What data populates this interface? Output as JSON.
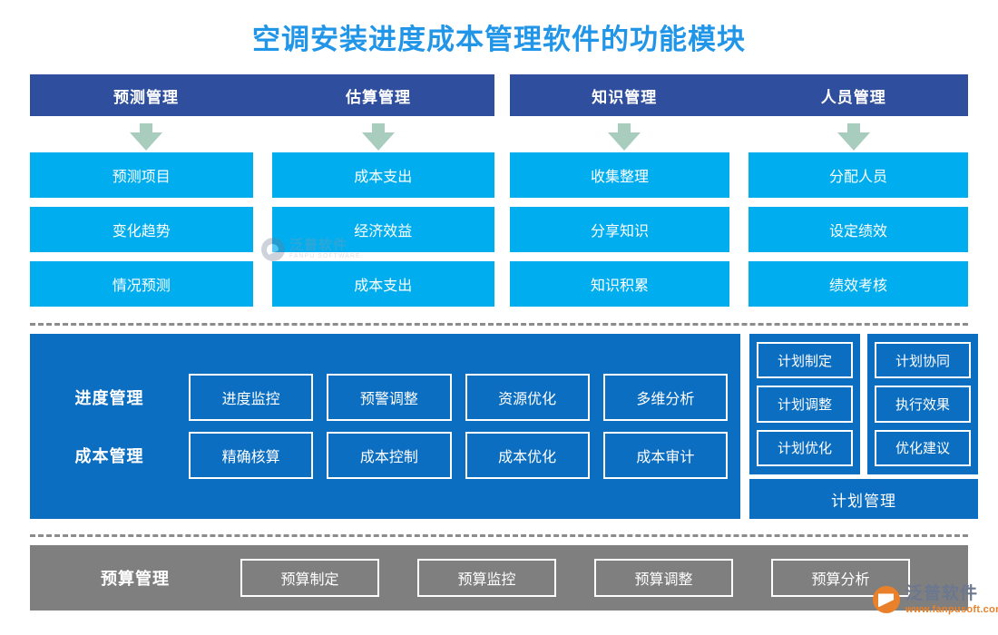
{
  "title": "空调安装进度成本管理软件的功能模块",
  "colors": {
    "title_text": "#2196e8",
    "header_bar": "#2f4f9e",
    "cyan_box": "#00aeef",
    "arrow": "#a8ccbe",
    "panel_blue": "#0b6ec1",
    "budget_gray": "#7f7f7f",
    "dashed_line": "#8c8c8c",
    "logo_orange": "#e8812a"
  },
  "top_section": {
    "left_group": {
      "headers": [
        {
          "label": "预测管理"
        },
        {
          "label": "估算管理"
        }
      ],
      "arrows": [
        "arrow-down-icon",
        "arrow-down-icon"
      ],
      "columns": [
        {
          "items": [
            "预测项目",
            "变化趋势",
            "情况预测"
          ]
        },
        {
          "items": [
            "成本支出",
            "经济效益",
            "成本支出"
          ]
        }
      ]
    },
    "right_group": {
      "headers": [
        {
          "label": "知识管理"
        },
        {
          "label": "人员管理"
        }
      ],
      "arrows": [
        "arrow-down-icon",
        "arrow-down-icon"
      ],
      "columns": [
        {
          "items": [
            "收集整理",
            "分享知识",
            "知识积累"
          ]
        },
        {
          "items": [
            "分配人员",
            "设定绩效",
            "绩效考核"
          ]
        }
      ]
    }
  },
  "middle_section": {
    "rows": [
      {
        "label": "进度管理",
        "cells": [
          "进度监控",
          "预警调整",
          "资源优化",
          "多维分析"
        ]
      },
      {
        "label": "成本管理",
        "cells": [
          "精确核算",
          "成本控制",
          "成本优化",
          "成本审计"
        ]
      }
    ],
    "plan_panels": [
      {
        "cells": [
          "计划制定",
          "计划调整",
          "计划优化"
        ]
      },
      {
        "cells": [
          "计划协同",
          "执行效果",
          "优化建议"
        ]
      }
    ],
    "plan_footer_label": "计划管理"
  },
  "budget_section": {
    "label": "预算管理",
    "cells": [
      "预算制定",
      "预算监控",
      "预算调整",
      "预算分析"
    ]
  },
  "watermarks": {
    "center": {
      "cn": "泛普软件",
      "en": "FANPU SOFTWARE"
    },
    "corner": {
      "cn": "泛普软件",
      "url": "www.fanpusoft.com"
    }
  }
}
